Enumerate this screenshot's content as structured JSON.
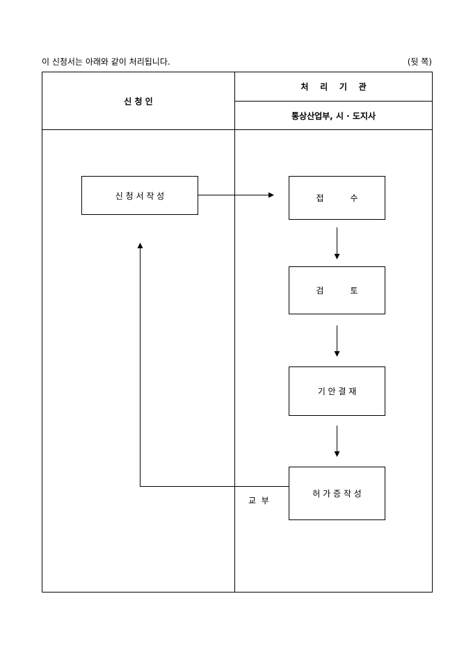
{
  "top_note": "이 신청서는 아래와 같이 처리됩니다.",
  "side_note": "(뒷 쪽)",
  "header": {
    "applicant": "신      청      인",
    "agency": "처    리    기    관",
    "agency_names": "통상산업부, 시 · 도지사"
  },
  "flow": {
    "apply": "신 청 서 작 성",
    "receipt": "접          수",
    "review": "검          토",
    "draft_approval": "기 안 결 재",
    "permit_issue": "허 가 증 작 성",
    "delivery": "교  부"
  }
}
